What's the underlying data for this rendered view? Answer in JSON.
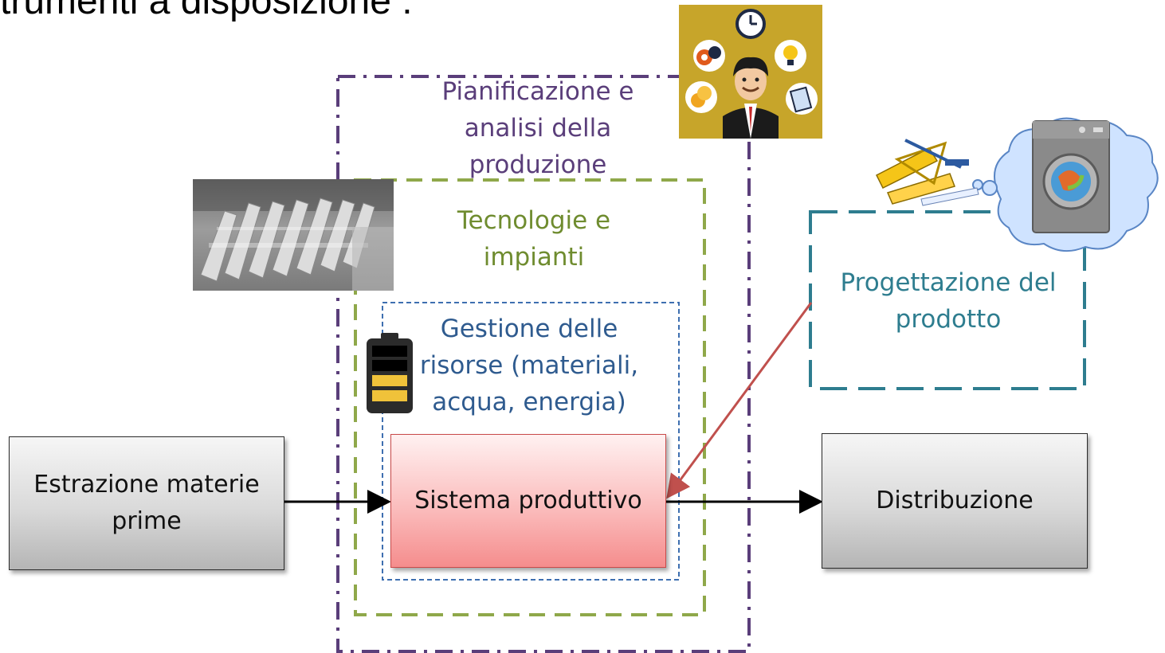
{
  "heading": "trumenti a disposizione :",
  "labels": {
    "planning": [
      "Pianificazione e",
      "analisi della",
      "produzione"
    ],
    "technologies": [
      "Tecnologie e",
      "impianti"
    ],
    "resources": [
      "Gestione delle",
      "risorse (materiali,",
      "acqua, energia)"
    ],
    "design": [
      "Progettazione del",
      "prodotto"
    ]
  },
  "boxes": {
    "extraction": [
      "Estrazione materie",
      "prime"
    ],
    "production": "Sistema produttivo",
    "distribution": "Distribuzione"
  },
  "colors": {
    "planning": "#5a3e7a",
    "technologies": "#8fa84a",
    "technologies_text": "#6f8c2f",
    "resources": "#3e6fb0",
    "resources_text": "#2f5b8f",
    "design": "#2e7d8f",
    "design_text": "#2e7d8f",
    "link": "#c0504d",
    "icon_bg": "#c7a52a"
  },
  "icons": {
    "manager": "manager-with-tools-icon",
    "photo": "metal-parts-photo",
    "battery": "battery-icon",
    "thought": "washing-machine-thought-cloud-icon",
    "tools": "drafting-tools-icon"
  }
}
